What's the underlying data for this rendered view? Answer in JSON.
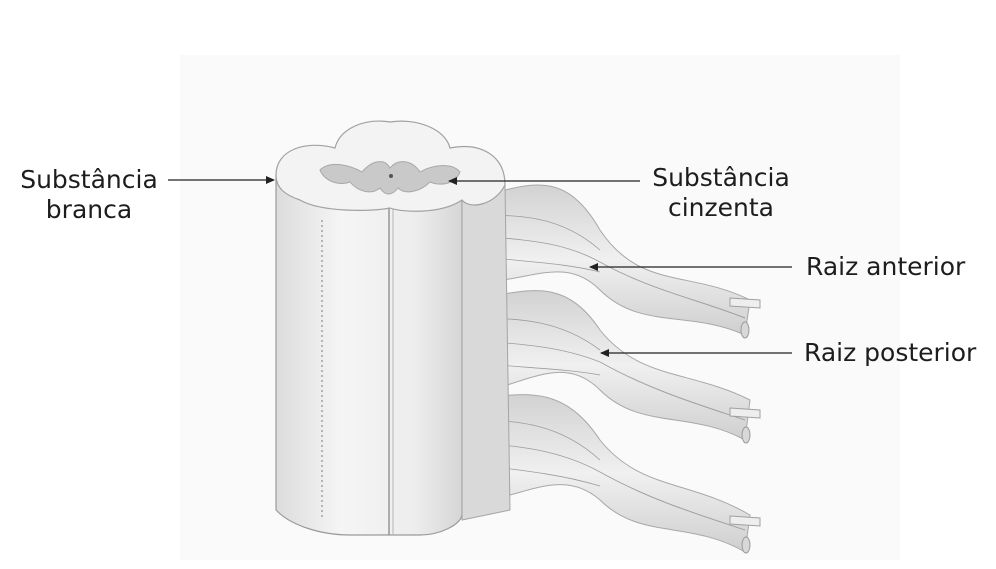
{
  "diagram": {
    "labels": {
      "white_matter": [
        "Substância",
        "branca"
      ],
      "gray_matter": [
        "Substância",
        "cinzenta"
      ],
      "anterior_root": "Raiz anterior",
      "posterior_root": "Raiz posterior"
    },
    "colors": {
      "background": "#ffffff",
      "white_matter": "#f1f1f1",
      "gray_matter": "#c9c9c9",
      "nerve": "#e3e3e3",
      "outline": "#9a9a9a",
      "pointer": "#222222"
    }
  }
}
